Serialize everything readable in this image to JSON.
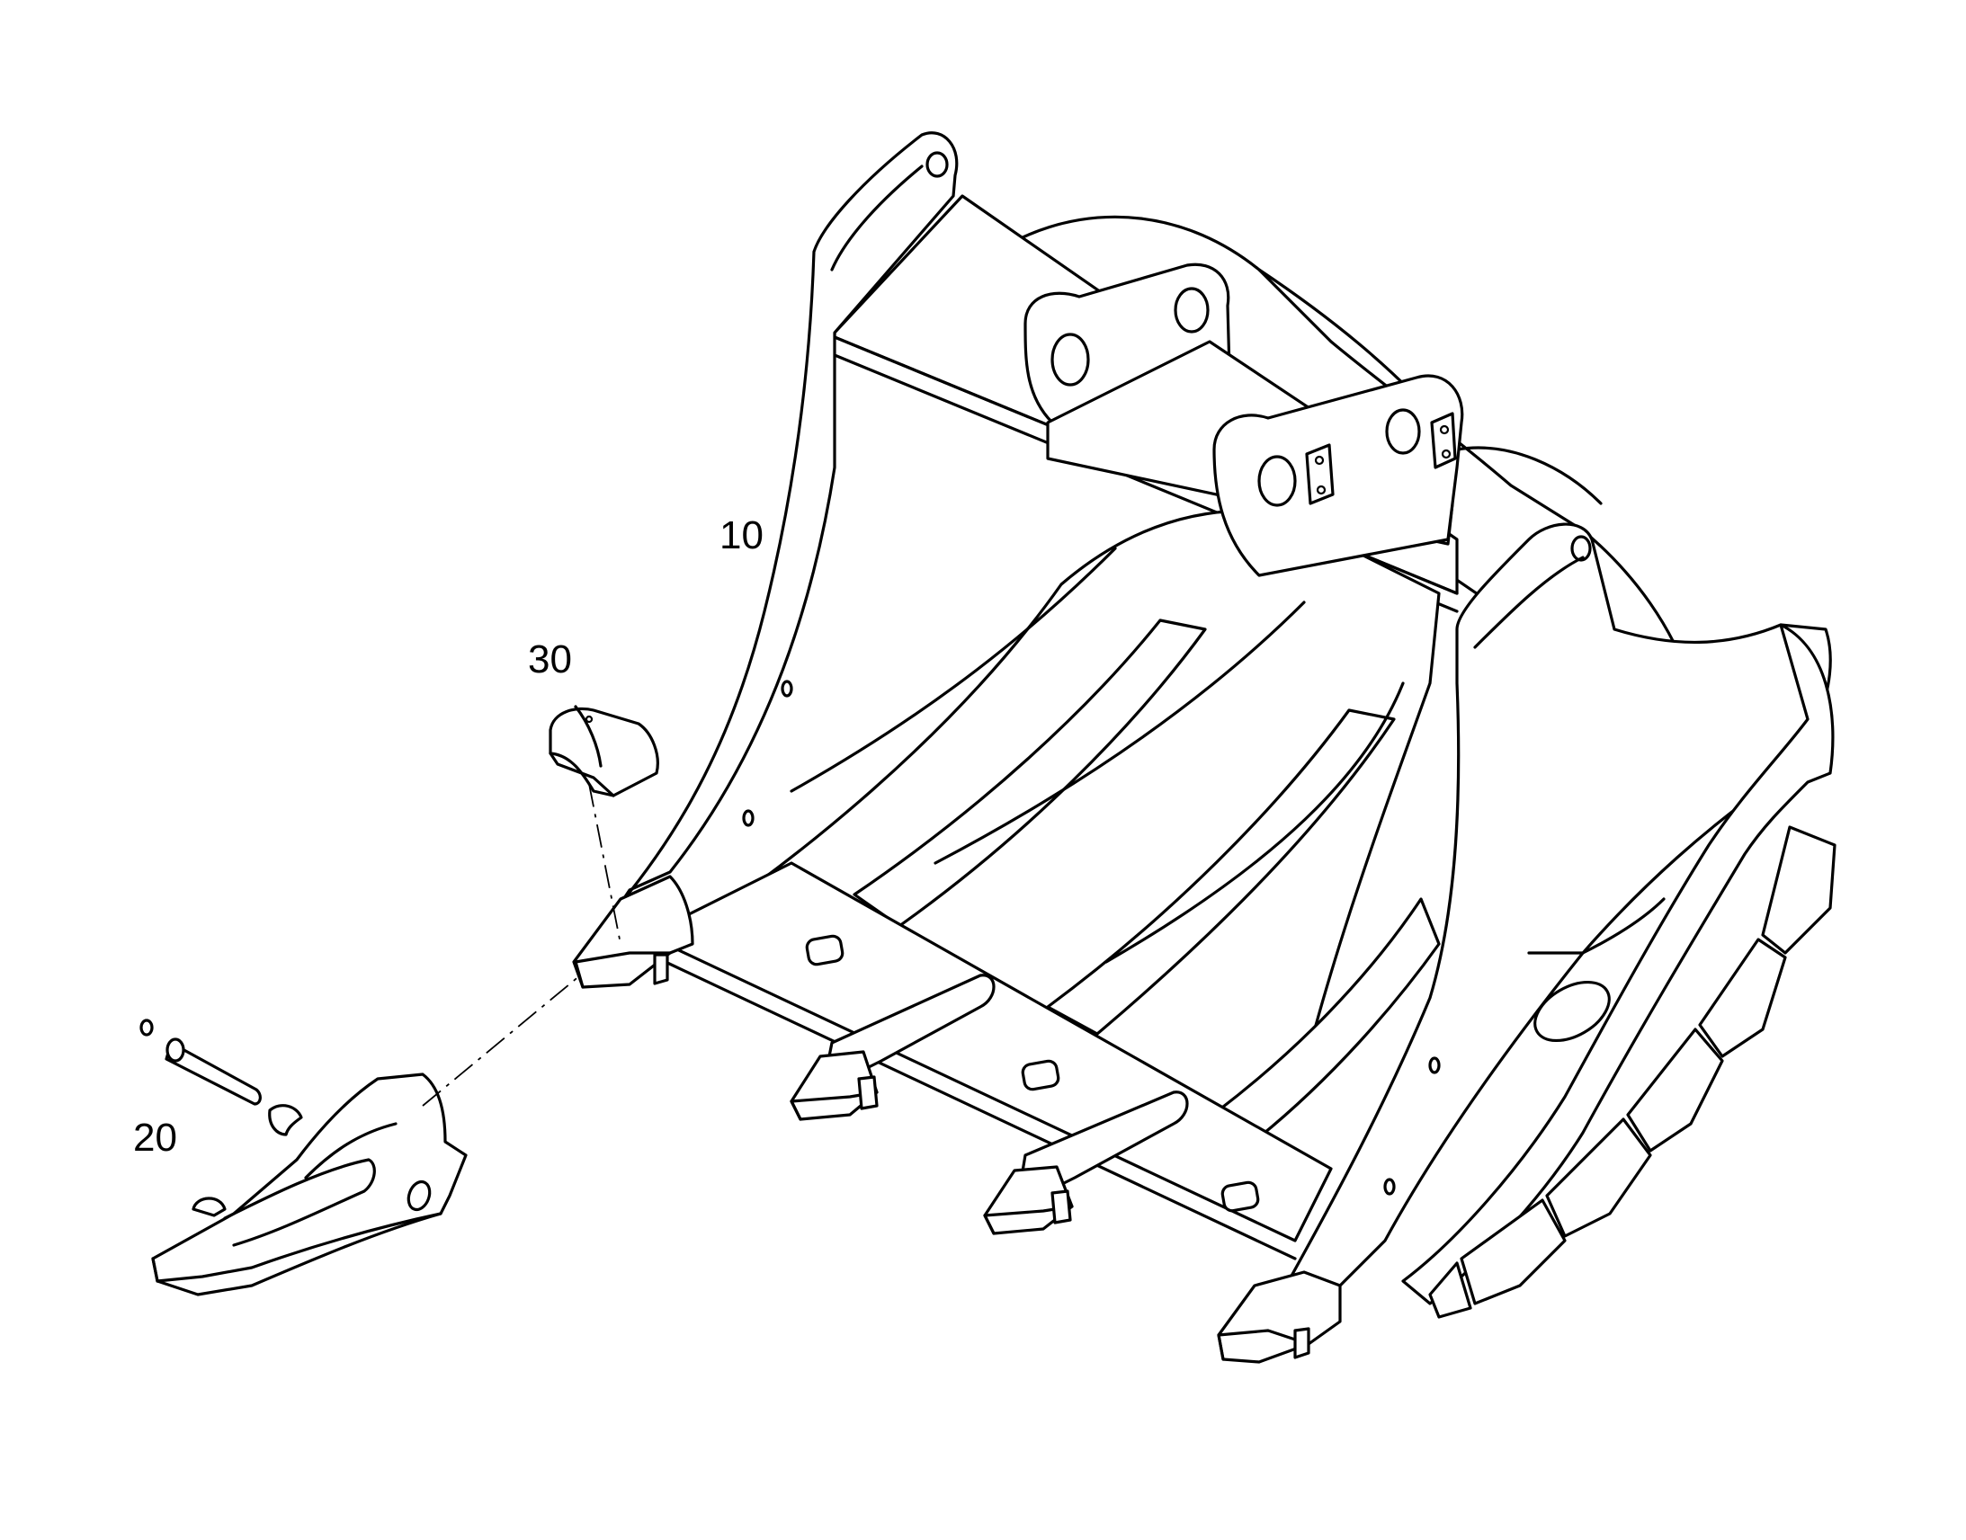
{
  "callouts": {
    "bucket": "10",
    "tooth": "20",
    "protector": "30"
  }
}
